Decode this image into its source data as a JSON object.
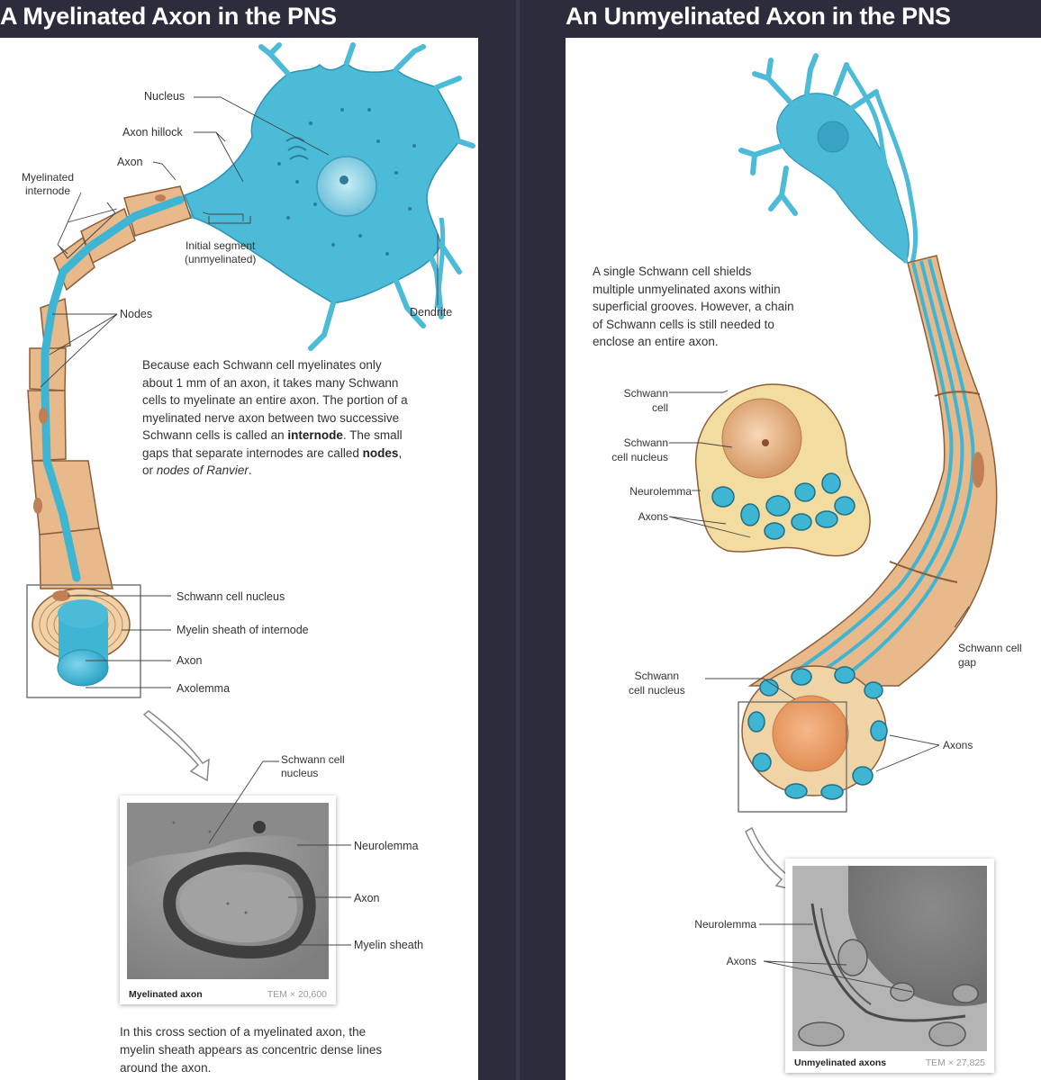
{
  "left_panel": {
    "title": "A Myelinated Axon in the PNS",
    "labels": {
      "nucleus": "Nucleus",
      "axon_hillock": "Axon hillock",
      "axon_top": "Axon",
      "myelinated_internode": "Myelinated\ninternode",
      "initial_segment": "Initial segment\n(unmyelinated)",
      "dendrite": "Dendrite",
      "nodes": "Nodes",
      "schwann_cell_nucleus": "Schwann cell nucleus",
      "myelin_sheath_internode": "Myelin sheath of internode",
      "axon_cross": "Axon",
      "axolemma": "Axolemma",
      "micro_schwann_nucleus": "Schwann cell\nnucleus",
      "micro_neurolemma": "Neurolemma",
      "micro_axon": "Axon",
      "micro_myelin_sheath": "Myelin sheath"
    },
    "paragraph": {
      "part1": "Because each Schwann cell myelinates only about 1 mm of an axon, it takes many Schwann cells to myelinate an entire axon. The portion of a myelinated nerve axon between two successive Schwann cells is called an ",
      "bold1": "internode",
      "part2": ". The small gaps that separate internodes are called ",
      "bold2": "nodes",
      "part3": ", or ",
      "italic1": "nodes of Ranvier",
      "part4": "."
    },
    "micrograph": {
      "caption": "Myelinated axon",
      "magnification": "TEM × 20,600"
    },
    "bottom_caption": "In this cross section of a myelinated axon, the myelin sheath appears as concentric dense lines around the axon."
  },
  "right_panel": {
    "title": "An Unmyelinated Axon in the PNS",
    "paragraph": "A single Schwann cell shields multiple unmyelinated axons within superficial grooves. However, a chain of Schwann cells is still needed to enclose an entire axon.",
    "labels": {
      "schwann_cell": "Schwann\ncell",
      "schwann_cell_nucleus_inset": "Schwann\ncell nucleus",
      "neurolemma_inset": "Neurolemma",
      "axons_inset": "Axons",
      "schwann_cell_gap": "Schwann cell\ngap",
      "schwann_cell_nucleus": "Schwann\ncell nucleus",
      "axons": "Axons",
      "micro_neurolemma": "Neurolemma",
      "micro_axons": "Axons"
    },
    "micrograph": {
      "caption": "Unmyelinated axons",
      "magnification": "TEM × 27,825"
    }
  },
  "colors": {
    "background": "#2d2c3c",
    "neuron_blue": "#3fb5d4",
    "sheath_tan": "#e8b98a",
    "sheath_edge": "#a3714a",
    "micrograph_gray": "#9a9a9a"
  }
}
